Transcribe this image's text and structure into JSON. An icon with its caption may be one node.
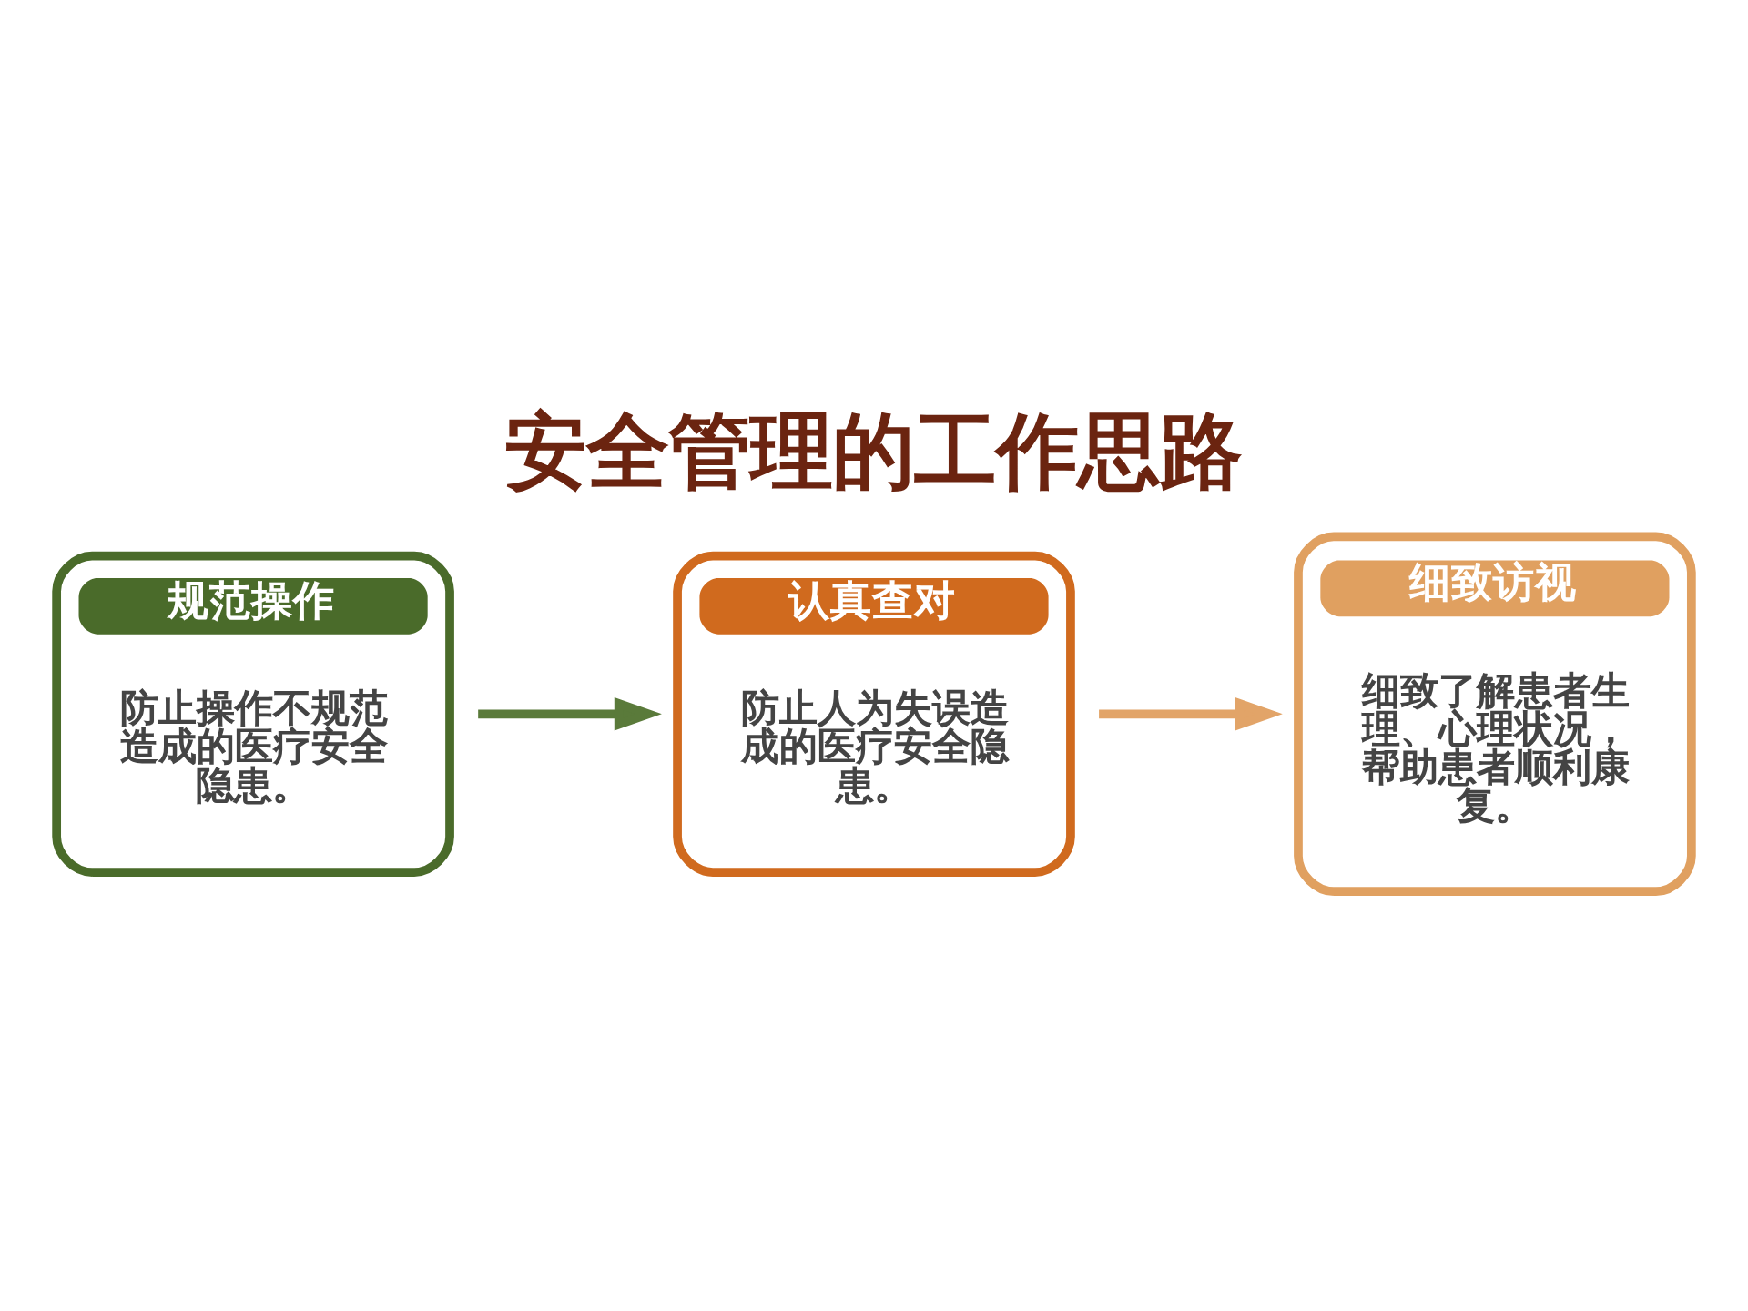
{
  "diagram": {
    "title": "安全管理的工作思路",
    "nodes": [
      {
        "text": [
          "规范操作",
          "防止操作不规范造成的医疗安全隐患。"
        ]
      },
      {
        "text": [
          "认真查对",
          "防止人为失误造成的医疗安全隐患。"
        ]
      },
      {
        "text": [
          "细致访视",
          "细致了解患者生理、心理状况，帮助患者顺利康复。"
        ]
      }
    ],
    "edges": [
      {
        "from": 0,
        "to": 1,
        "arrow": "to",
        "color": "#5a7a3a"
      },
      {
        "from": 1,
        "to": 2,
        "arrow": "to",
        "color": "#e2a468"
      }
    ]
  }
}
